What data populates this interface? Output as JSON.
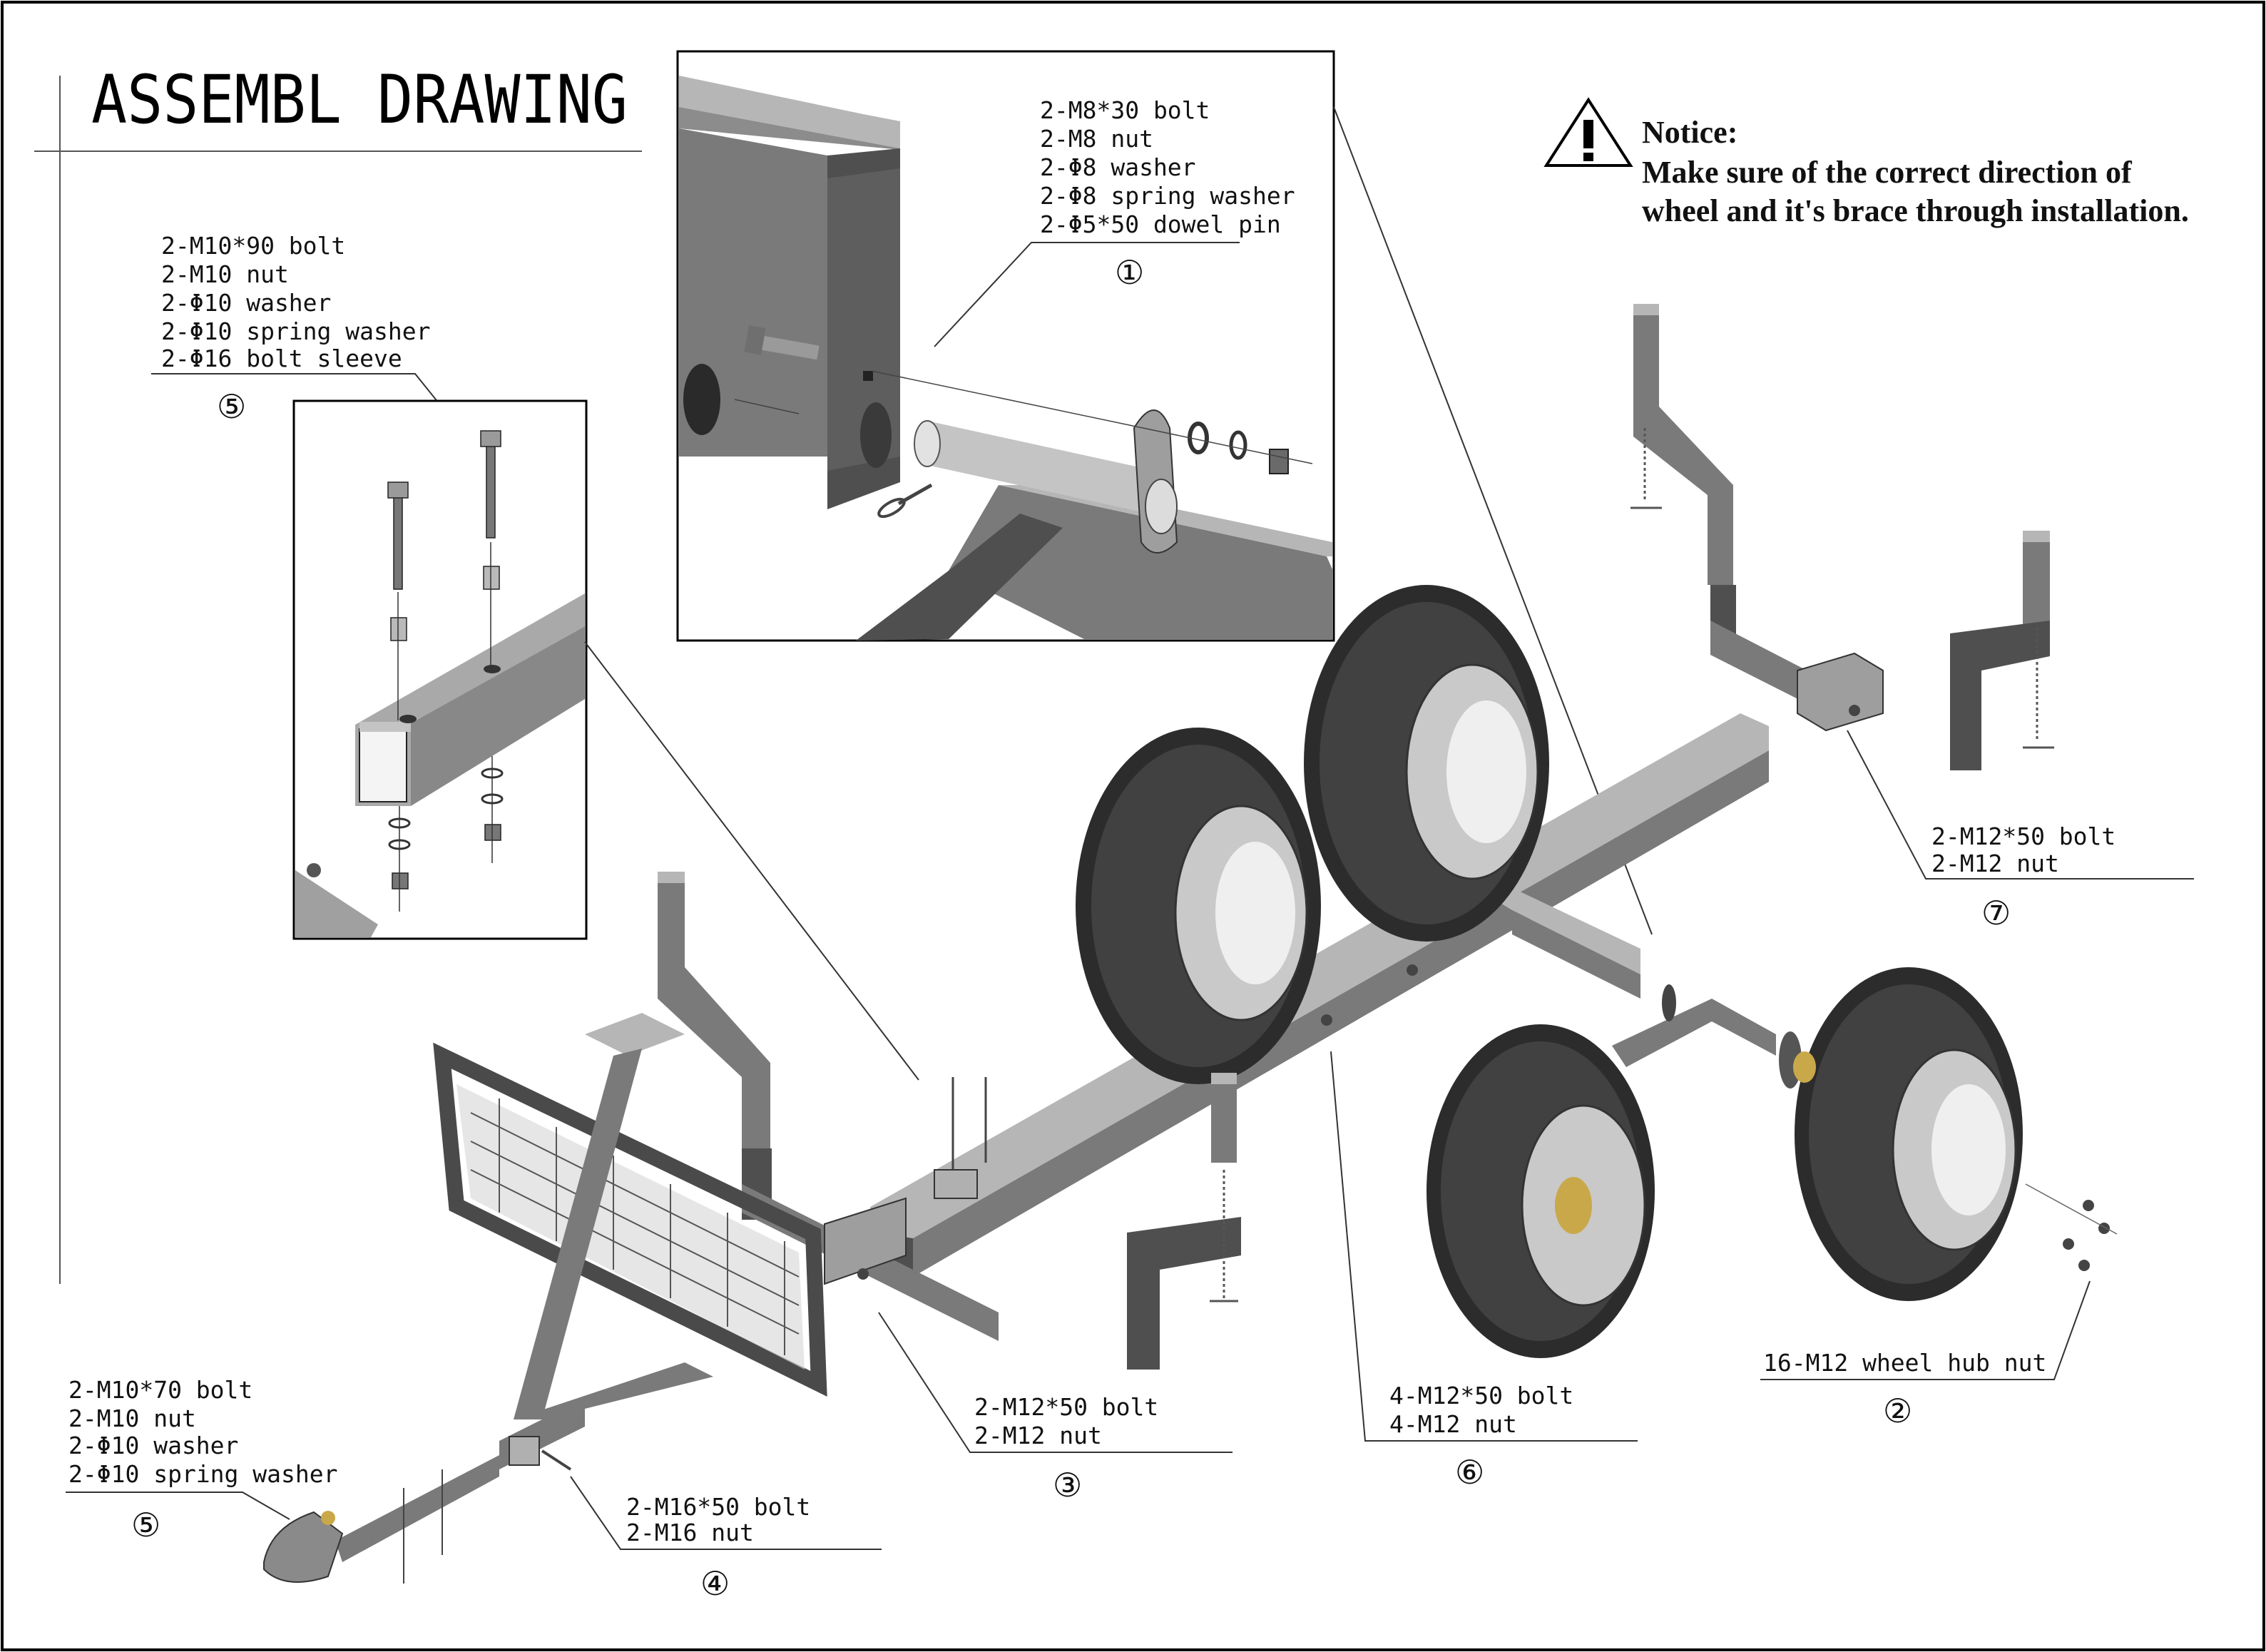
{
  "title": "ASSEMBL DRAWING",
  "notice": {
    "heading": "Notice:",
    "line1": "Make sure of the correct direction of",
    "line2": "wheel and it's brace through installation."
  },
  "callouts": {
    "c1": {
      "number": "①",
      "lines": [
        "2-M8*30 bolt",
        "2-M8 nut",
        "2-Φ8 washer",
        "2-Φ8 spring washer",
        "2-Φ5*50 dowel pin"
      ]
    },
    "c5_top": {
      "number": "⑤",
      "lines": [
        "2-M10*90 bolt",
        "2-M10 nut",
        "2-Φ10 washer",
        "2-Φ10 spring washer",
        "2-Φ16 bolt sleeve"
      ]
    },
    "c7": {
      "number": "⑦",
      "lines": [
        "2-M12*50 bolt",
        "2-M12 nut"
      ]
    },
    "c2": {
      "number": "②",
      "lines": [
        "16-M12 wheel hub nut"
      ]
    },
    "c6": {
      "number": "⑥",
      "lines": [
        "4-M12*50 bolt",
        "4-M12 nut"
      ]
    },
    "c3": {
      "number": "③",
      "lines": [
        "2-M12*50 bolt",
        "2-M12 nut"
      ]
    },
    "c4": {
      "number": "④",
      "lines": [
        "2-M16*50 bolt",
        "2-M16 nut"
      ]
    },
    "c5_bottom": {
      "number": "⑤",
      "lines": [
        "2-M10*70 bolt",
        "2-M10 nut",
        "2-Φ10 washer",
        "2-Φ10 spring washer"
      ]
    }
  },
  "icons": {
    "warning": "warning-triangle-icon"
  }
}
